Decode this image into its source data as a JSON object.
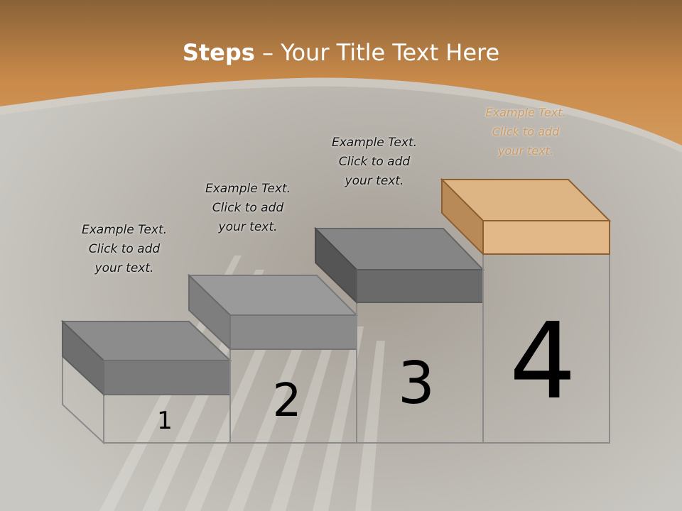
{
  "slide": {
    "title_strong": "Steps",
    "title_rest": " – Your Title Text Here"
  },
  "steps": [
    {
      "number": "1",
      "caption": [
        "Example Text.",
        "Click  to add",
        "your text."
      ]
    },
    {
      "number": "2",
      "caption": [
        "Example Text.",
        "Click  to add",
        "your text."
      ]
    },
    {
      "number": "3",
      "caption": [
        "Example Text.",
        "Click  to add",
        "your text."
      ]
    },
    {
      "number": "4",
      "caption": [
        "Example Text.",
        "Click  to add",
        "your text."
      ]
    }
  ],
  "colors": {
    "header_orange": "#c98a4a",
    "background_gray": "#c9c7c1",
    "step_gray": "#7a7a7a",
    "step_highlight": "#e2b888",
    "outline": "#8a8a8a"
  }
}
